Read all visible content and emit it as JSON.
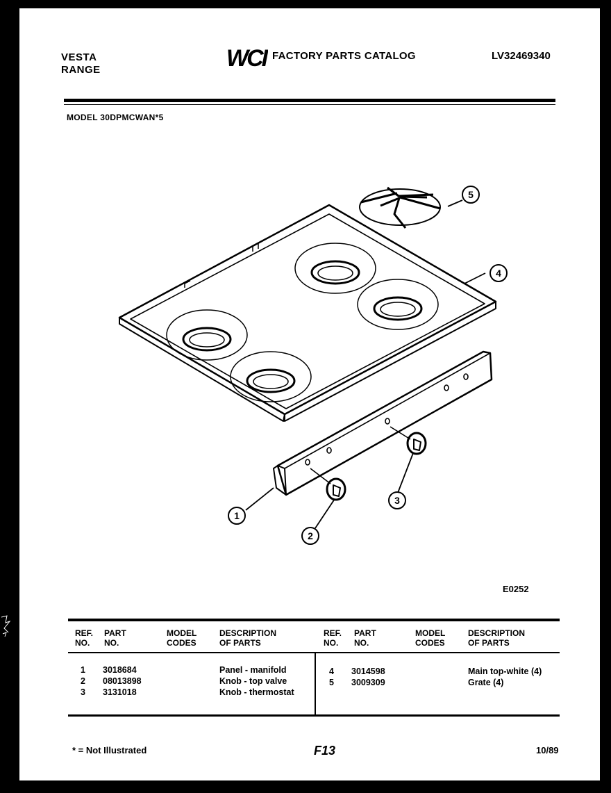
{
  "header": {
    "brand_line1": "VESTA",
    "brand_line2": "RANGE",
    "logo_text": "WCI",
    "title": "FACTORY PARTS CATALOG",
    "catalog_code": "LV32469340"
  },
  "model_label": "MODEL 30DPMCWAN*5",
  "diagram": {
    "code": "E0252",
    "callouts": [
      "1",
      "2",
      "3",
      "4",
      "5"
    ]
  },
  "table": {
    "headers": {
      "ref": [
        "REF.",
        "NO."
      ],
      "part": [
        "PART",
        "NO."
      ],
      "model": [
        "MODEL",
        "CODES"
      ],
      "desc": [
        "DESCRIPTION",
        "OF PARTS"
      ]
    },
    "left_rows": [
      {
        "ref": "1",
        "part": "3018684",
        "model": "",
        "desc": "Panel - manifold"
      },
      {
        "ref": "2",
        "part": "08013898",
        "model": "",
        "desc": "Knob - top valve"
      },
      {
        "ref": "3",
        "part": "3131018",
        "model": "",
        "desc": "Knob - thermostat"
      }
    ],
    "right_rows": [
      {
        "ref": "4",
        "part": "3014598",
        "model": "",
        "desc": "Main top-white (4)"
      },
      {
        "ref": "5",
        "part": "3009309",
        "model": "",
        "desc": "Grate (4)"
      }
    ]
  },
  "footer": {
    "note": "* = Not Illustrated",
    "page": "F13",
    "date": "10/89"
  }
}
